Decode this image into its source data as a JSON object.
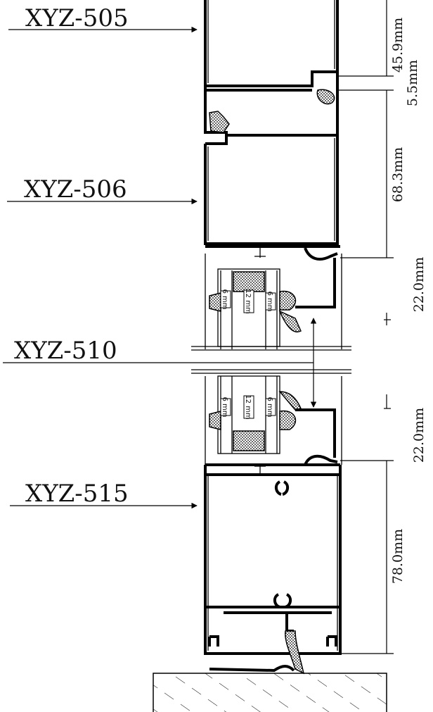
{
  "profile_labels": [
    "XYZ-505",
    "XYZ-506",
    "XYZ-510",
    "XYZ-515"
  ],
  "dimensions": [
    "45.9mm",
    "5.5mm",
    "68.3mm",
    "22.0mm",
    "22.0mm",
    "78.0mm"
  ],
  "glass_labels": {
    "upper": [
      "6 mm",
      "12 mm",
      "6 mm"
    ],
    "lower": [
      "6 mm",
      "12 mm",
      "6 mm"
    ]
  },
  "colors": {
    "line": "#000000",
    "background": "#ffffff"
  }
}
